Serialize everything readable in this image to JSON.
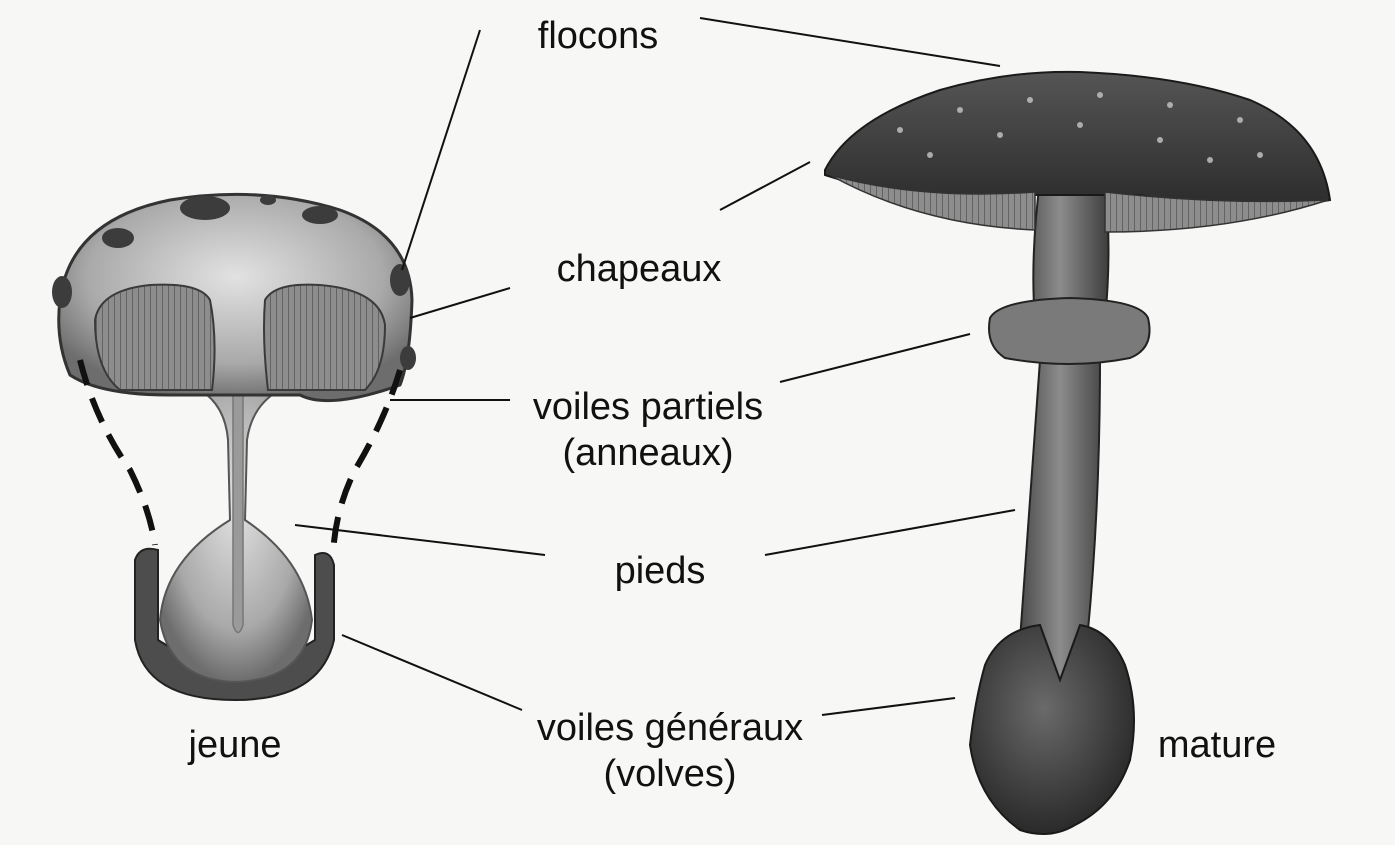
{
  "diagram": {
    "labels": {
      "flocons": "flocons",
      "chapeaux": "chapeaux",
      "voiles_partiels": [
        "voiles partiels",
        "(anneaux)"
      ],
      "pieds": "pieds",
      "voiles_generaux": [
        "voiles généraux",
        "(volves)"
      ],
      "jeune": "jeune",
      "mature": "mature"
    },
    "colors": {
      "background": "#f7f7f5",
      "ink": "#111111",
      "cap_dark": "#3a3a3a",
      "gill_gray": "#6e6e6e",
      "body_light": "#bdbdbd"
    }
  }
}
